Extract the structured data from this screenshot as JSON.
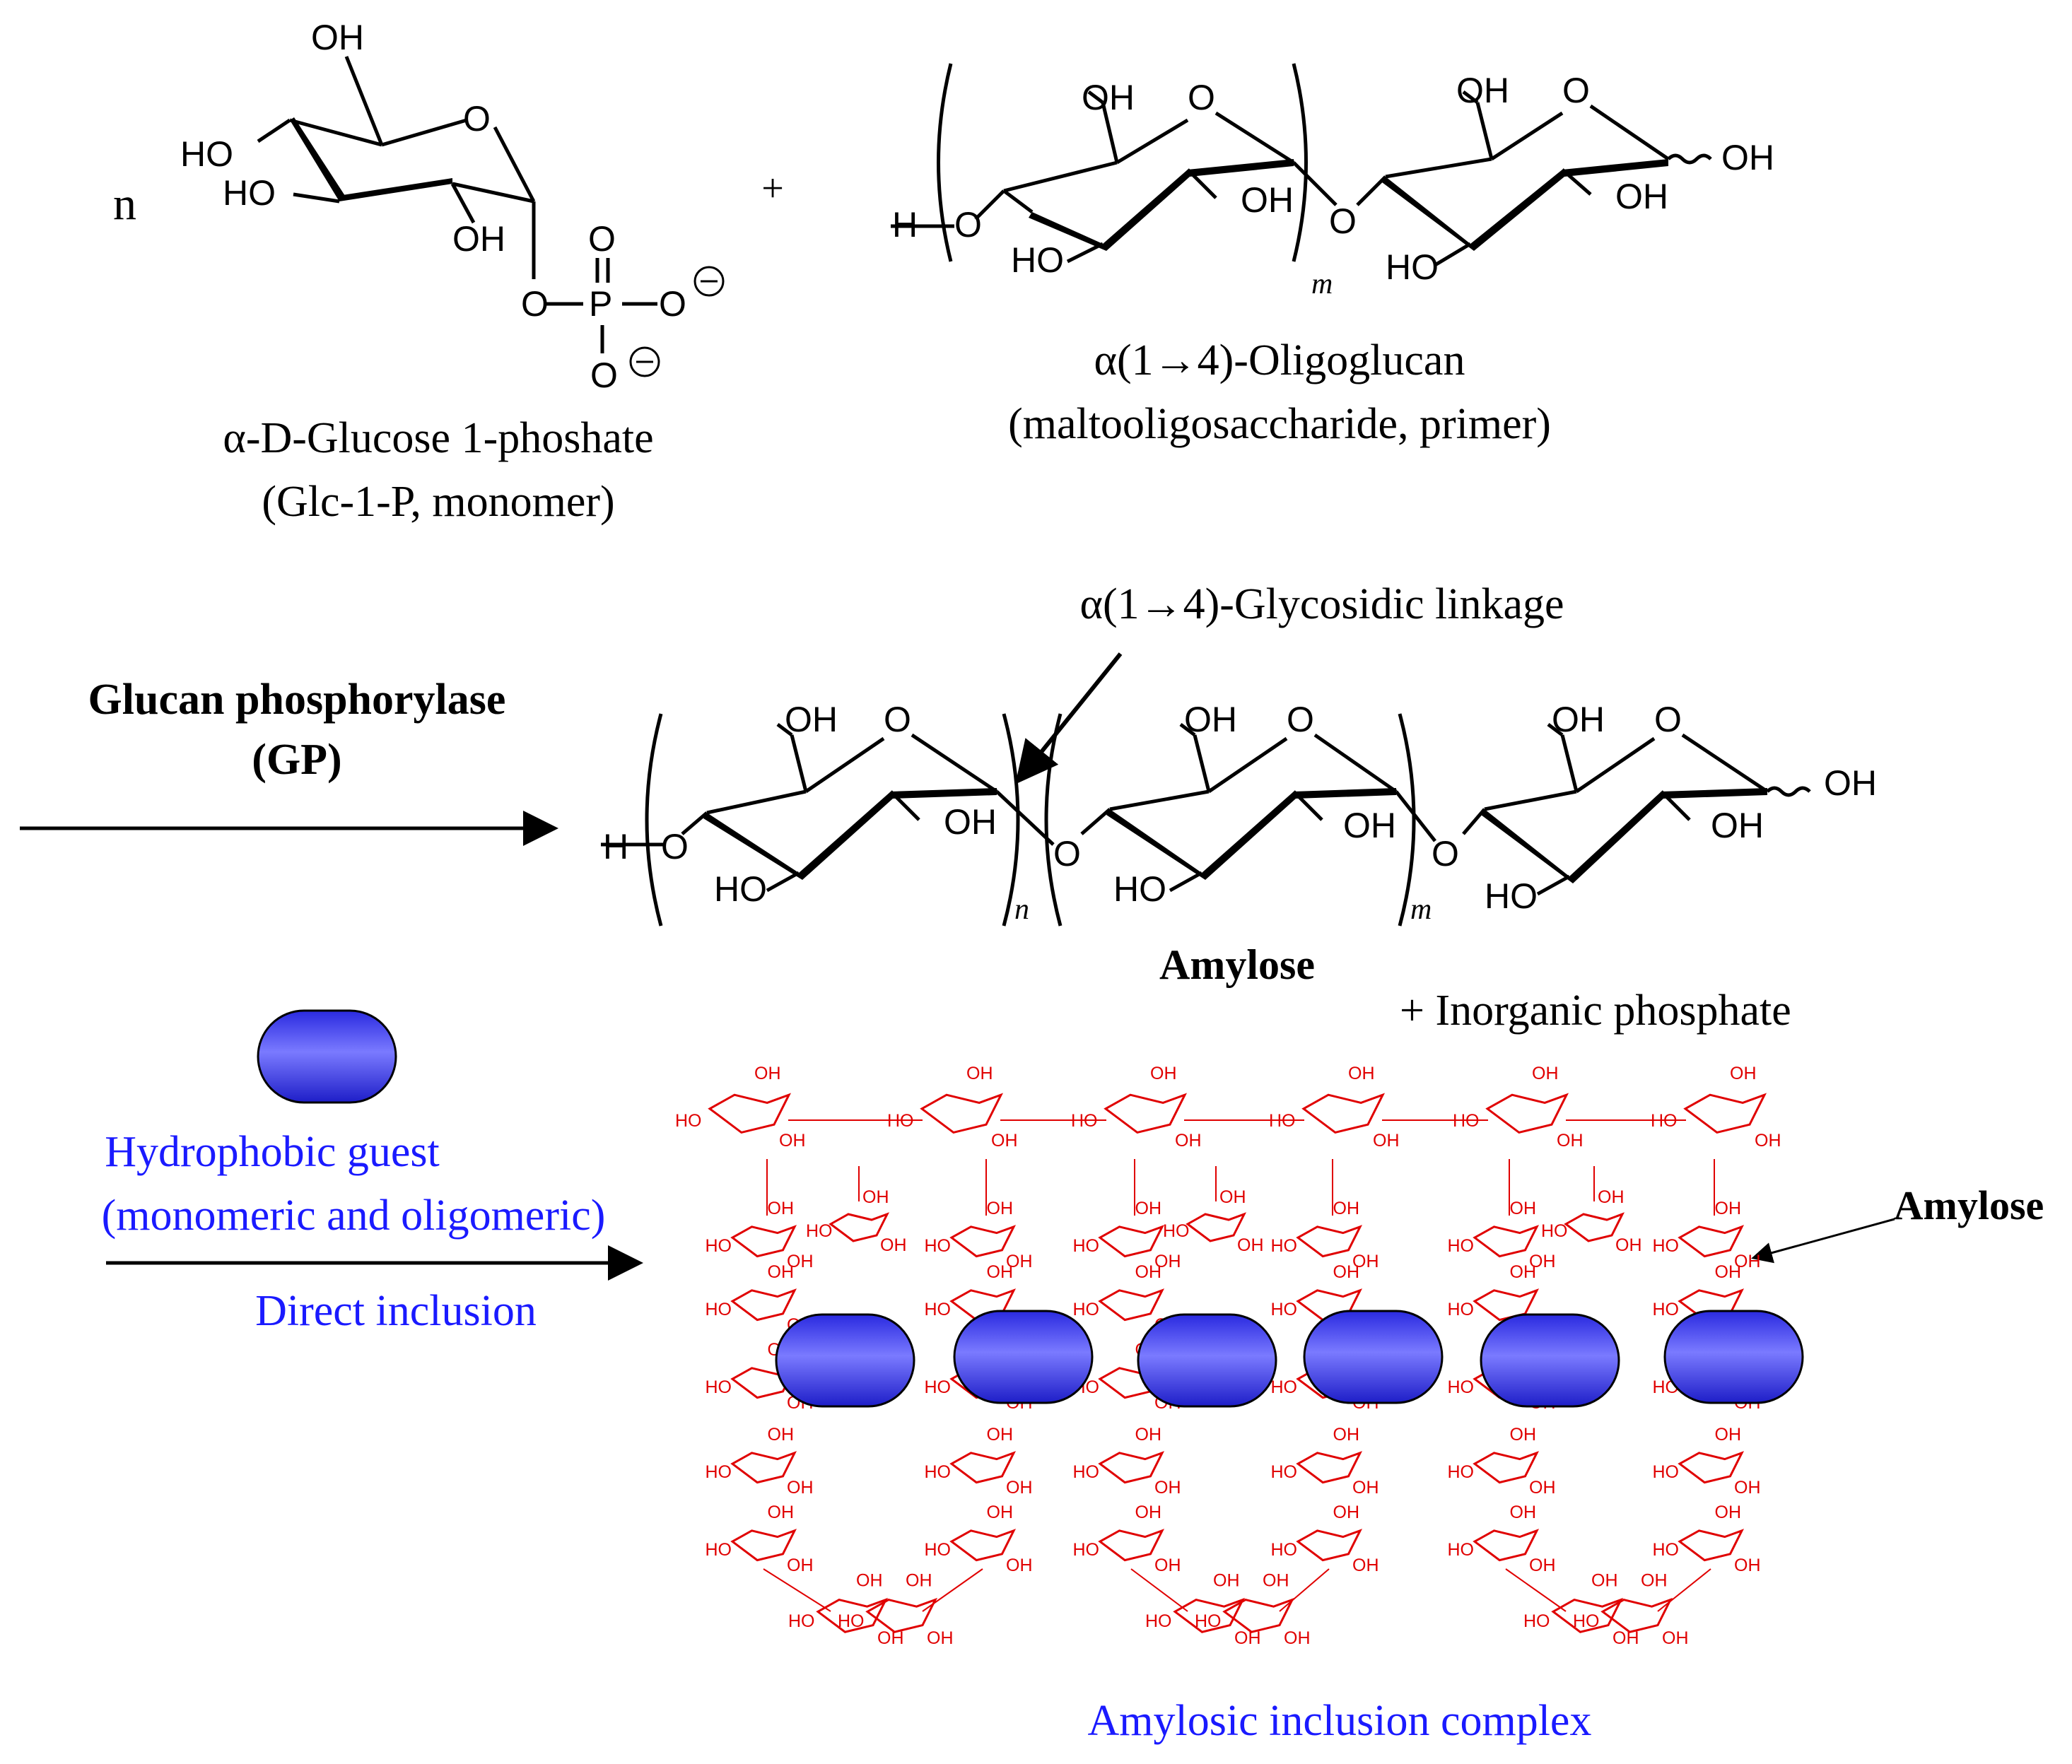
{
  "monomer": {
    "coefficient": "n",
    "name_line1": "α-D-Glucose 1-phoshate",
    "name_line2": "(Glc-1-P, monomer)"
  },
  "plus_sign_1": "+",
  "primer": {
    "name_line1": "α(1→4)-Oligoglucan",
    "name_line2": "(maltooligosaccharide, primer)",
    "subscript": "m"
  },
  "enzyme": {
    "line1": "Glucan phosphorylase",
    "line2": "(GP)"
  },
  "linkage_label": "α(1→4)-Glycosidic linkage",
  "product": {
    "name": "Amylose",
    "subscript_n": "n",
    "subscript_m": "m",
    "byproduct": "+  Inorganic phosphate"
  },
  "guest": {
    "line1": "Hydrophobic guest",
    "line2": "(monomeric and oligomeric)",
    "process": "Direct inclusion",
    "color": "#3a3aff"
  },
  "complex": {
    "amylose_label": "Amylose",
    "name": "Amylosic inclusion complex",
    "helix_color": "#e00000",
    "guest_count": 6
  },
  "atoms": {
    "OH": "OH",
    "HO": "HO",
    "O": "O",
    "P": "P",
    "H": "H",
    "minus": "−"
  }
}
